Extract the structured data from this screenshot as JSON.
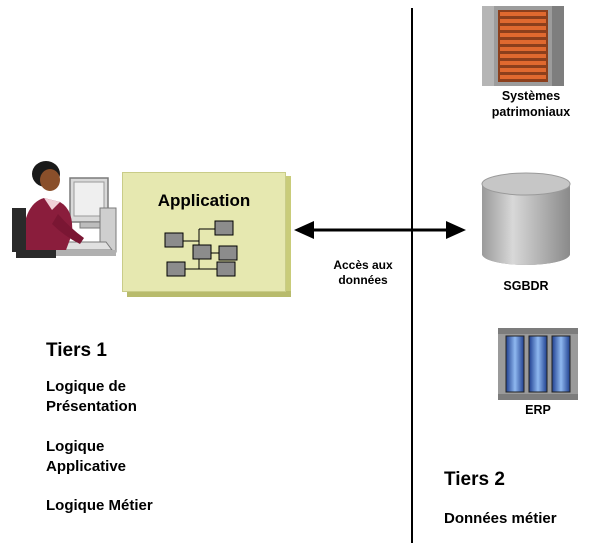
{
  "tier1": {
    "title": "Tiers 1",
    "items": [
      "Logique de\nPrésentation",
      "Logique\nApplicative",
      "Logique Métier"
    ]
  },
  "application": {
    "label": "Application"
  },
  "connector": {
    "label": "Accès aux\ndonnées"
  },
  "tier2": {
    "title": "Tiers 2",
    "subtitle": "Données métier",
    "systems": [
      {
        "label": "Systèmes\npatrimoniaux",
        "icon": "mainframe-server-icon"
      },
      {
        "label": "SGBDR",
        "icon": "database-cylinder-icon"
      },
      {
        "label": "ERP",
        "icon": "erp-server-rack-icon"
      }
    ]
  },
  "colors": {
    "app_box": "#e6e8b0",
    "module": "#8c8c8c",
    "mainframe_stripes": "#c8552a",
    "erp_glass": "#6aa0e8"
  }
}
